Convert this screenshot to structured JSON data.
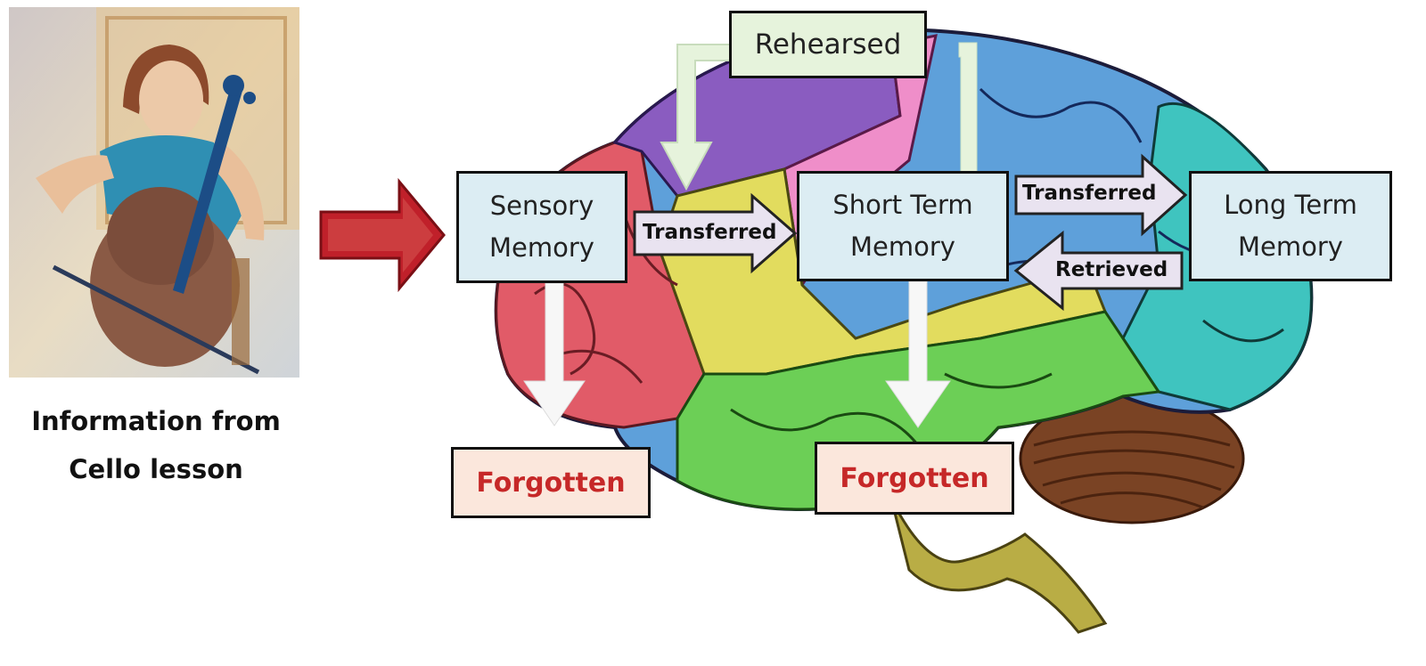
{
  "caption": {
    "line1": "Information from",
    "line2": "Cello lesson"
  },
  "boxes": {
    "sensory": {
      "line1": "Sensory",
      "line2": "Memory"
    },
    "short_term": {
      "line1": "Short Term",
      "line2": "Memory"
    },
    "long_term": {
      "line1": "Long Term",
      "line2": "Memory"
    },
    "rehearsed": "Rehearsed",
    "forgotten_1": "Forgotten",
    "forgotten_2": "Forgotten"
  },
  "arrows": {
    "sensory_to_short": "Transferred",
    "short_to_long": "Transferred",
    "long_to_short": "Retrieved"
  },
  "colors": {
    "memory_box": "#dcedf3",
    "forgotten_box": "#fbe7dc",
    "forgotten_text": "#c62828",
    "rehearsed_box": "#e6f3dc",
    "input_arrow": "#c0202a"
  }
}
